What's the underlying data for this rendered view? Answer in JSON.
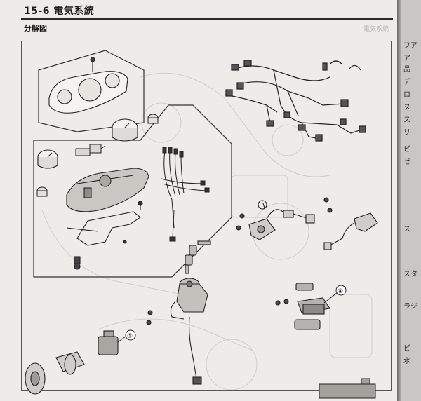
{
  "page": {
    "header_title": "15-6  電気系統",
    "section_label": "分解図",
    "ghost_text": "電気系統"
  },
  "callouts": {
    "one": "①",
    "four": "④"
  },
  "right_page": {
    "lines": [
      "フア",
      "ア",
      "品",
      "デ",
      "ロ",
      "ヌ",
      "ス",
      "リ",
      "ビ",
      "ゼ",
      "ス",
      "スタ",
      "ラジ",
      "ビ",
      "水"
    ]
  },
  "colors": {
    "paper": "#eeece8",
    "ink": "#1c1c1c",
    "ghost_line": "#c8c6c1"
  }
}
